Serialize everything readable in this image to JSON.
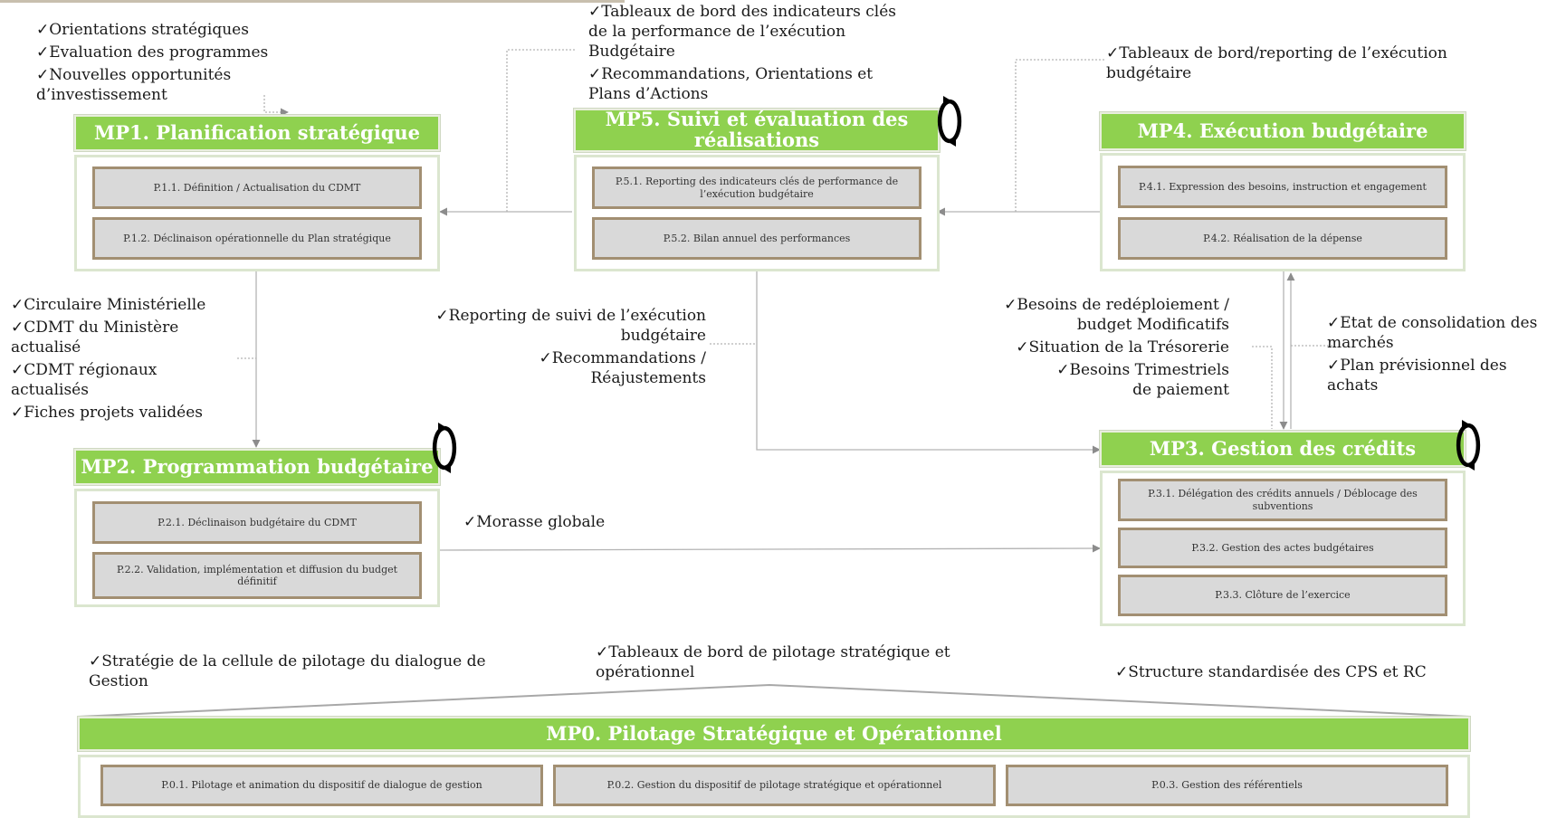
{
  "processes": {
    "mp1": {
      "title": "MP1. Planification stratégique",
      "items": [
        "P.1.1. Définition / Actualisation du CDMT",
        "P.1.2. Déclinaison opérationnelle du Plan stratégique"
      ]
    },
    "mp5": {
      "title": "MP5. Suivi et évaluation des réalisations",
      "items": [
        "P.5.1. Reporting des indicateurs clés de performance de l’exécution budgétaire",
        "P.5.2. Bilan annuel des performances"
      ]
    },
    "mp4": {
      "title": "MP4. Exécution budgétaire",
      "items": [
        "P.4.1. Expression des besoins, instruction et engagement",
        "P.4.2. Réalisation de la dépense"
      ]
    },
    "mp2": {
      "title": "MP2. Programmation budgétaire",
      "items": [
        "P.2.1. Déclinaison budgétaire du CDMT",
        "P.2.2. Validation, implémentation et diffusion du budget définitif"
      ]
    },
    "mp3": {
      "title": "MP3. Gestion des crédits",
      "items": [
        "P.3.1. Délégation des crédits annuels / Déblocage des subventions",
        "P.3.2. Gestion des actes budgétaires",
        "P.3.3. Clôture de l’exercice"
      ]
    },
    "mp0": {
      "title": "MP0. Pilotage Stratégique et Opérationnel",
      "items": [
        "P.0.1. Pilotage et animation du dispositif de dialogue de gestion",
        "P.0.2. Gestion du dispositif de pilotage stratégique et opérationnel",
        "P.0.3. Gestion des référentiels"
      ]
    }
  },
  "notes": {
    "mp1_inputs": [
      "Orientations stratégiques",
      "Evaluation des programmes",
      "Nouvelles opportunités d’investissement"
    ],
    "mp5_outputs": [
      "Tableaux de bord des indicateurs clés de la performance de l’exécution Budgétaire",
      "Recommandations, Orientations et Plans d’Actions"
    ],
    "mp4_reporting": [
      "Tableaux de bord/reporting de l’exécution budgétaire"
    ],
    "mp1_to_mp2": [
      "Circulaire Ministérielle",
      "CDMT du Ministère actualisé",
      "CDMT régionaux actualisés",
      "Fiches projets validées"
    ],
    "mp5_to_mp3": [
      "Reporting de suivi de l’exécution budgétaire",
      "Recommandations / Réajustements"
    ],
    "mp4_to_mp3": [
      "Besoins de redéploiement / budget Modificatifs",
      "Situation de la Trésorerie",
      "Besoins Trimestriels de paiement"
    ],
    "mp3_to_mp4": [
      "Etat de consolidation des marchés",
      "Plan prévisionnel des achats"
    ],
    "mp2_to_mp3": [
      "Morasse globale"
    ],
    "mp0_left": [
      "Stratégie de la cellule de pilotage du dialogue de Gestion"
    ],
    "mp0_center": [
      "Tableaux de bord de pilotage stratégique et opérationnel"
    ],
    "mp0_right": [
      "Structure standardisée des CPS et RC"
    ]
  },
  "colors": {
    "header_green": "#8fd14f",
    "process_fill": "#d9d9d9",
    "process_border": "#a28f72",
    "connector": "#b3b3b3"
  },
  "icons": {
    "cycle": "circular-arrows-icon"
  }
}
